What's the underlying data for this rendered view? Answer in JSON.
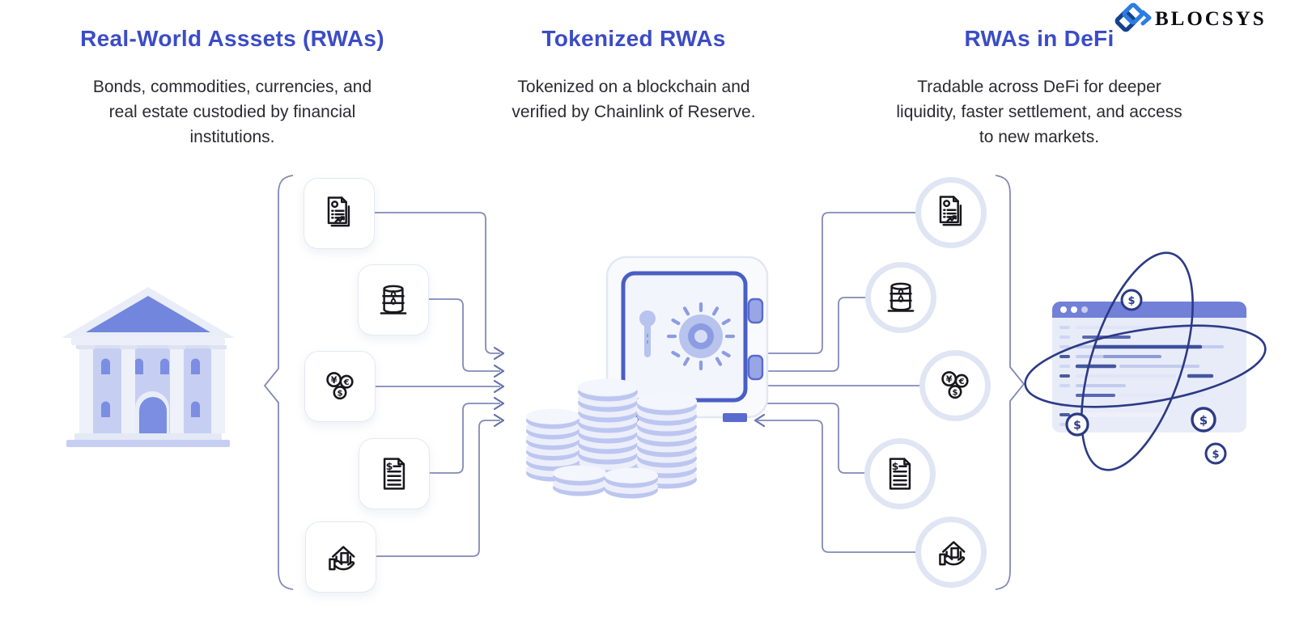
{
  "brand": {
    "name": "BLOCSYS",
    "logo_icon": "overlapping-diamonds-icon"
  },
  "columns": [
    {
      "id": "real-world-assets",
      "title": "Real-World Asssets (RWAs)",
      "description": "Bonds, commodities, currencies, and real estate custodied by financial institutions."
    },
    {
      "id": "tokenized-rwas",
      "title": "Tokenized RWAs",
      "description": "Tokenized on a blockchain and verified by Chainlink of Reserve."
    },
    {
      "id": "rwas-in-defi",
      "title": "RWAs in DeFi",
      "description": "Tradable across DeFi for deeper liquidity, faster settlement, and access to new markets."
    }
  ],
  "asset_icons": [
    "bond-certificate-icon",
    "oil-barrel-icon",
    "currencies-icon",
    "financial-document-icon",
    "house-in-hand-icon"
  ],
  "symbols": {
    "yen": "¥",
    "euro": "€",
    "dollar": "$"
  },
  "colors": {
    "heading_blue": "#3b4cc6",
    "body_text": "#2a2a30",
    "connector": "#818ab6",
    "arrow": "#6570a8",
    "vault_blue": "#4a5ec5",
    "periwinkle": "#aab6ea",
    "light_periwinkle": "#c6cff2",
    "pale_blue": "#eef1fb",
    "orbit_navy": "#2c3a85",
    "logo_light_blue": "#2b7de0",
    "logo_dark_blue": "#16418f"
  }
}
